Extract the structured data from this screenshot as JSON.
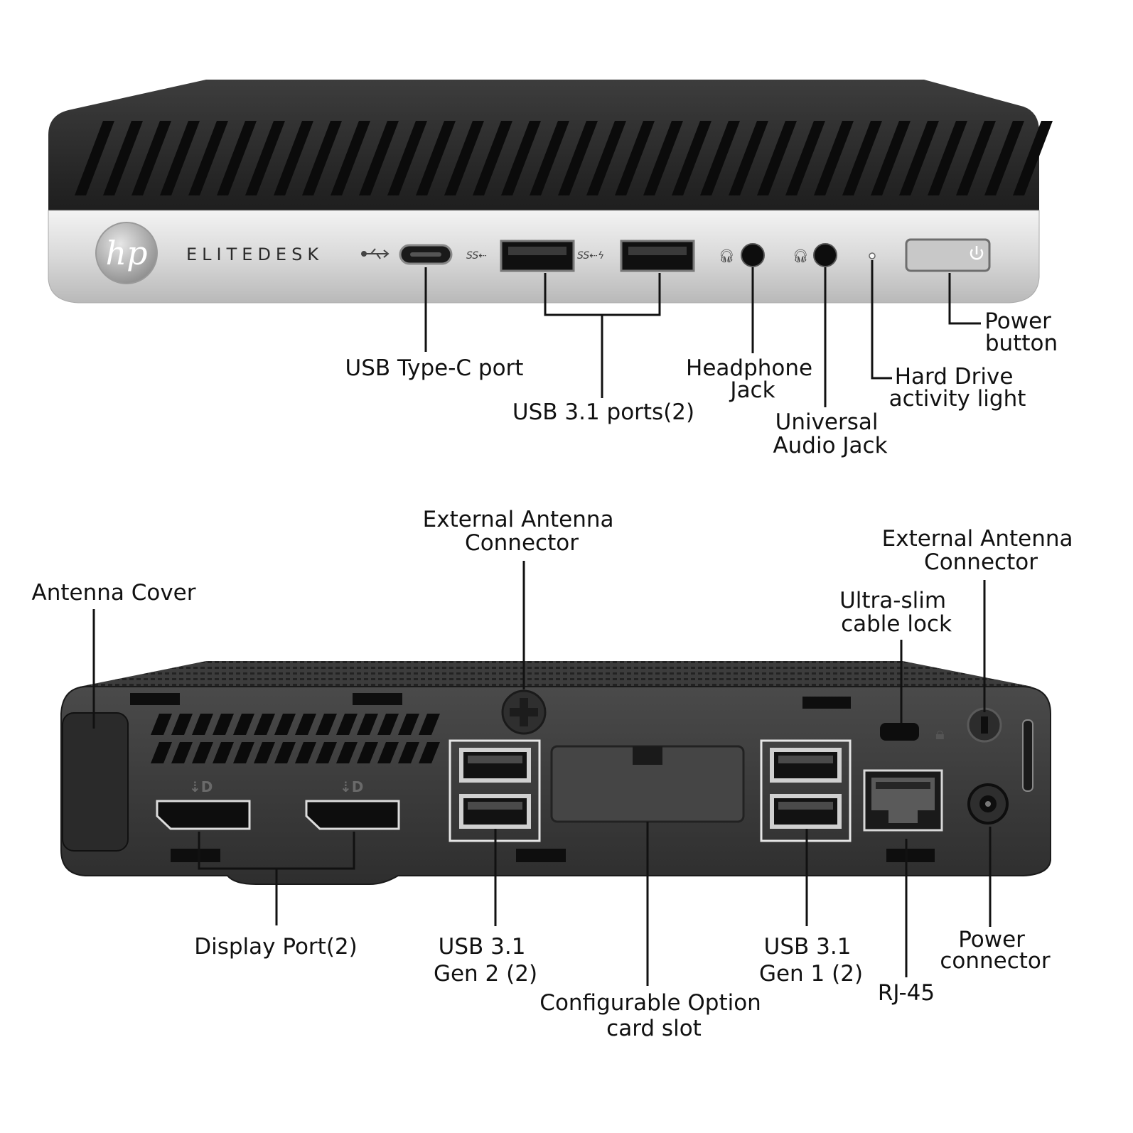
{
  "front": {
    "brand_name": "ELITEDESK",
    "logo_text": "hp",
    "labels": {
      "usb_type_c": [
        "USB Type-C port"
      ],
      "usb_31_ports": [
        "USB 3.1 ports(2)"
      ],
      "headphone_jack": [
        "Headphone",
        "Jack"
      ],
      "universal_audio_jack": [
        "Universal",
        "Audio Jack"
      ],
      "hard_drive_light": [
        "Hard Drive",
        "activity light"
      ],
      "power_button": [
        "Power",
        "button"
      ]
    }
  },
  "rear": {
    "labels": {
      "antenna_cover": [
        "Antenna Cover"
      ],
      "external_antenna_center": [
        "External Antenna",
        "Connector"
      ],
      "external_antenna_right": [
        "External Antenna",
        "Connector"
      ],
      "cable_lock": [
        "Ultra-slim",
        "cable lock"
      ],
      "display_port": [
        "Display Port(2)"
      ],
      "usb_gen2": [
        "USB 3.1",
        "Gen 2 (2)"
      ],
      "option_slot": [
        "Configurable Option",
        "card slot"
      ],
      "usb_gen1": [
        "USB 3.1",
        "Gen 1 (2)"
      ],
      "rj45": [
        "RJ-45"
      ],
      "power_connector": [
        "Power",
        "connector"
      ]
    }
  },
  "colors": {
    "chassis_dark": "#2a2a2a",
    "chassis_silver": "#d6d6d6",
    "rear_panel": "#3a3a3a",
    "vent": "#0d0d0d",
    "label_text": "#111111"
  }
}
